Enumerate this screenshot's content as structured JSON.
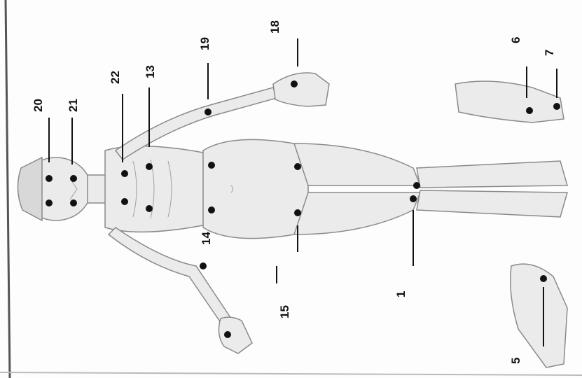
{
  "labels": {
    "l20": "20",
    "l21": "21",
    "l22": "22",
    "l13": "13",
    "l19": "19",
    "l18": "18",
    "l14": "14",
    "l15": "15",
    "l1": "1",
    "l6": "6",
    "l7": "7",
    "l5": "5"
  },
  "colors": {
    "ink": "#111111",
    "body_fill": "#e9e9e9",
    "body_stroke": "#8a8a8a",
    "background": "#fdfdfd"
  }
}
